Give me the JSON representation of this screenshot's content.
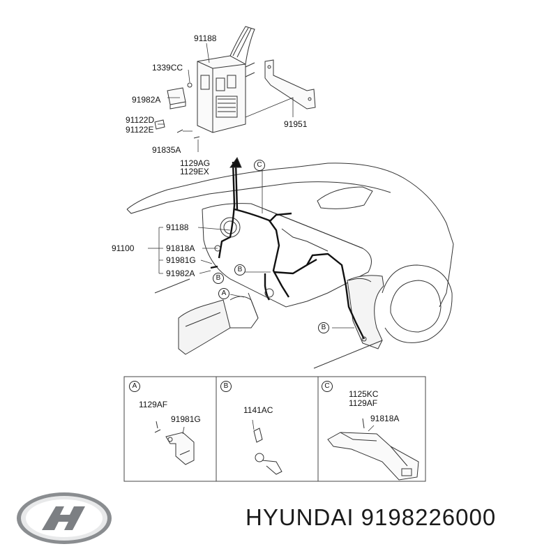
{
  "labels": {
    "p91188_top": "91188",
    "p1339CC": "1339CC",
    "p91982A_top": "91982A",
    "p91122D": "91122D",
    "p91122E": "91122E",
    "p91951": "91951",
    "p91835A": "91835A",
    "p1129AG": "1129AG",
    "p1129EX": "1129EX",
    "p91188_mid": "91188",
    "p91100": "91100",
    "p91818A_mid": "91818A",
    "p91981G_mid": "91981G",
    "p91982A_mid": "91982A"
  },
  "callouts": {
    "A": "A",
    "B": "B",
    "C": "C"
  },
  "detail_panels": [
    {
      "callout": "A",
      "labels": [
        "1129AF",
        "91981G"
      ]
    },
    {
      "callout": "B",
      "labels": [
        "1141AC"
      ]
    },
    {
      "callout": "C",
      "labels": [
        "1125KC",
        "1129AF",
        "91818A"
      ]
    }
  ],
  "brand": {
    "logo_icon": "hyundai-logo-icon",
    "text": "HYUNDAI 9198226000"
  }
}
